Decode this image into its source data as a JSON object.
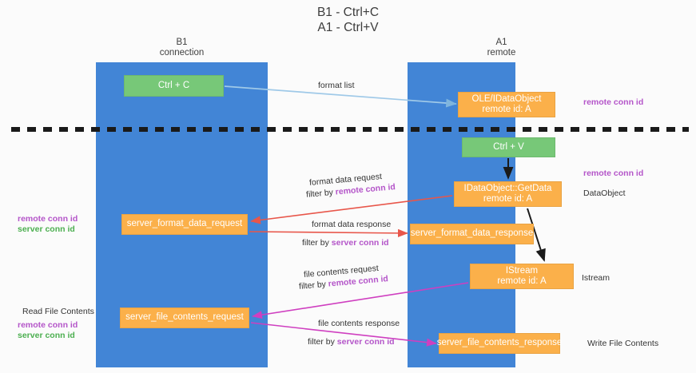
{
  "title": {
    "line1": "B1 - Ctrl+C",
    "line2": "A1 - Ctrl+V"
  },
  "lanes": [
    {
      "id": "b1",
      "name": "B1",
      "role": "connection",
      "color": "#4285d6"
    },
    {
      "id": "a1",
      "name": "A1",
      "role": "remote",
      "color": "#4285d6"
    }
  ],
  "nodes": {
    "ctrl_c": {
      "line1": "Ctrl + C",
      "line2": "",
      "color": "#77c878"
    },
    "idataobject": {
      "line1": "OLE/IDataObject",
      "line2": "remote id: A",
      "color": "#fbb04a"
    },
    "ctrl_v": {
      "line1": "Ctrl + V",
      "line2": "",
      "color": "#77c878"
    },
    "getdata": {
      "line1": "IDataObject::GetData",
      "line2": "remote id: A",
      "color": "#fbb04a"
    },
    "sfd_request": {
      "line1": "server_format_data_request",
      "line2": "",
      "color": "#fbb04a"
    },
    "sfd_response": {
      "line1": "server_format_data_response",
      "line2": "",
      "color": "#fbb04a"
    },
    "istream": {
      "line1": "IStream",
      "line2": "remote id: A",
      "color": "#fbb04a"
    },
    "sfc_request": {
      "line1": "server_file_contents_request",
      "line2": "",
      "color": "#fbb04a"
    },
    "sfc_response": {
      "line1": "server_file_contents_response",
      "line2": "",
      "color": "#fbb04a"
    }
  },
  "edges": {
    "format_list": "format list",
    "format_data_request": "format data request",
    "format_data_request_filter_prefix": "filter by ",
    "format_data_request_filter_key": "remote conn id",
    "format_data_response": "format data response",
    "format_data_response_filter_prefix": "filter by ",
    "format_data_response_filter_key": "server conn id",
    "file_contents_request": "file contents request",
    "file_contents_request_filter_prefix": "filter by ",
    "file_contents_request_filter_key": "remote conn id",
    "file_contents_response": "file contents response",
    "file_contents_response_filter_prefix": "filter by ",
    "file_contents_response_filter_key": "server conn id"
  },
  "annotations": {
    "right_remote_conn_id_1": "remote conn id",
    "right_remote_conn_id_2": "remote conn id",
    "dataobject": "DataObject",
    "istream": "Istream",
    "write_file_contents": "Write File Contents",
    "read_file_contents": "Read File Contents",
    "left_remote_conn_id_1": "remote conn id",
    "left_server_conn_id_1": "server conn id",
    "left_remote_conn_id_2": "remote conn id",
    "left_server_conn_id_2": "server conn id"
  },
  "colors": {
    "lane": "#4285d6",
    "green_node": "#77c878",
    "orange_node": "#fbb04a",
    "purple_key": "#b455c9",
    "green_key": "#4caf50",
    "red_arrow": "#e8564a",
    "magenta_arrow": "#cf3fc0",
    "light_blue_arrow": "#9fc9e8",
    "divider": "#1a1a1a"
  }
}
